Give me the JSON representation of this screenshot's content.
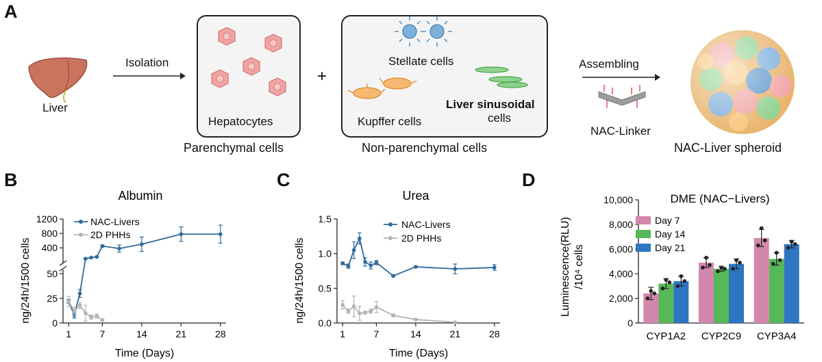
{
  "panels": {
    "a": "A",
    "b": "B",
    "c": "C",
    "d": "D"
  },
  "schematic": {
    "liver": "Liver",
    "isolation": "Isolation",
    "hepatocytes": "Hepatocytes",
    "parenchymal": "Parenchymal cells",
    "plus": "+",
    "stellate": "Stellate cells",
    "kupffer": "Kupffer cells",
    "lsec_line1": "Liver sinusoidal",
    "lsec_line2": "cells",
    "nonparenchymal": "Non-parenchymal cells",
    "assembling": "Assembling",
    "linker": "NAC-Linker",
    "spheroid": "NAC-Liver spheroid"
  },
  "colors": {
    "nac": "#2e6a9c",
    "phh": "#b4b4b4",
    "day7": "#d487ac",
    "day14": "#56b856",
    "day21": "#2f76c2"
  },
  "chart_data": [
    {
      "type": "line",
      "title": "Albumin",
      "xlabel": "Time (Days)",
      "ylabel": "ng/24h/1500 cells",
      "x_ticks": [
        "1",
        "7",
        "14",
        "21",
        "28"
      ],
      "y_ticks_lower": [
        "0",
        "25",
        "50"
      ],
      "y_ticks_upper": [
        "400",
        "800",
        "1200"
      ],
      "axis_break": true,
      "xlim": [
        0,
        29
      ],
      "series": [
        {
          "name": "NAC-Livers",
          "x": [
            1,
            2,
            3,
            4,
            5,
            6,
            7,
            10,
            14,
            21,
            28
          ],
          "y": [
            22,
            8,
            30,
            100,
            130,
            150,
            450,
            380,
            500,
            780,
            780
          ],
          "err": [
            2,
            3,
            4,
            10,
            10,
            10,
            30,
            100,
            200,
            200,
            250
          ]
        },
        {
          "name": "2D PHHs",
          "x": [
            1,
            2,
            3,
            4,
            5,
            6,
            7
          ],
          "y": [
            22,
            12,
            18,
            10,
            6,
            7,
            3
          ],
          "err": [
            5,
            4,
            3,
            8,
            2,
            2,
            1
          ]
        }
      ]
    },
    {
      "type": "line",
      "title": "Urea",
      "xlabel": "Time (Days)",
      "ylabel": "ng/24h/1500 cells",
      "x_ticks": [
        "1",
        "7",
        "14",
        "21",
        "28"
      ],
      "y_ticks": [
        "0.0",
        "0.5",
        "1.0",
        "1.5"
      ],
      "ylim": [
        0,
        1.5
      ],
      "xlim": [
        0,
        29
      ],
      "series": [
        {
          "name": "NAC-Livers",
          "x": [
            1,
            2,
            3,
            4,
            5,
            6,
            7,
            10,
            14,
            21,
            28
          ],
          "y": [
            0.86,
            0.82,
            1.05,
            1.22,
            0.88,
            0.83,
            0.87,
            0.68,
            0.81,
            0.78,
            0.8
          ],
          "err": [
            0.02,
            0.03,
            0.12,
            0.08,
            0.06,
            0.05,
            0.03,
            0.01,
            0.01,
            0.07,
            0.04
          ]
        },
        {
          "name": "2D PHHs",
          "x": [
            1,
            2,
            3,
            4,
            5,
            6,
            7,
            10,
            14,
            21
          ],
          "y": [
            0.26,
            0.17,
            0.24,
            0.14,
            0.15,
            0.17,
            0.23,
            0.11,
            0.05,
            0.01
          ],
          "err": [
            0.06,
            0.03,
            0.15,
            0.1,
            0.02,
            0.03,
            0.08,
            0.02,
            0.01,
            0.005
          ]
        }
      ]
    },
    {
      "type": "bar",
      "title": "DME (NAC−Livers)",
      "xlabel": "",
      "ylabel_line1": "Luminescence(RLU)",
      "ylabel_line2": "/10⁴ cells",
      "categories": [
        "CYP1A2",
        "CYP2C9",
        "CYP3A4"
      ],
      "y_ticks": [
        "0",
        "2,000",
        "4,000",
        "6,000",
        "8,000",
        "10,000"
      ],
      "ylim": [
        0,
        10000
      ],
      "series": [
        {
          "name": "Day 7",
          "values": [
            2400,
            4900,
            6900
          ],
          "err": [
            500,
            400,
            700
          ],
          "points": [
            [
              2000,
              2600,
              2400
            ],
            [
              4500,
              5300,
              4700
            ],
            [
              6300,
              7700,
              6700
            ]
          ]
        },
        {
          "name": "Day 14",
          "values": [
            3200,
            4400,
            5200
          ],
          "err": [
            400,
            200,
            500
          ],
          "points": [
            [
              2800,
              3500,
              3300
            ],
            [
              4200,
              4500,
              4400
            ],
            [
              4800,
              5700,
              5100
            ]
          ]
        },
        {
          "name": "Day 21",
          "values": [
            3400,
            4800,
            6400
          ],
          "err": [
            400,
            400,
            300
          ],
          "points": [
            [
              3000,
              3800,
              3400
            ],
            [
              4400,
              5100,
              4900
            ],
            [
              6100,
              6600,
              6400
            ]
          ]
        }
      ]
    }
  ]
}
